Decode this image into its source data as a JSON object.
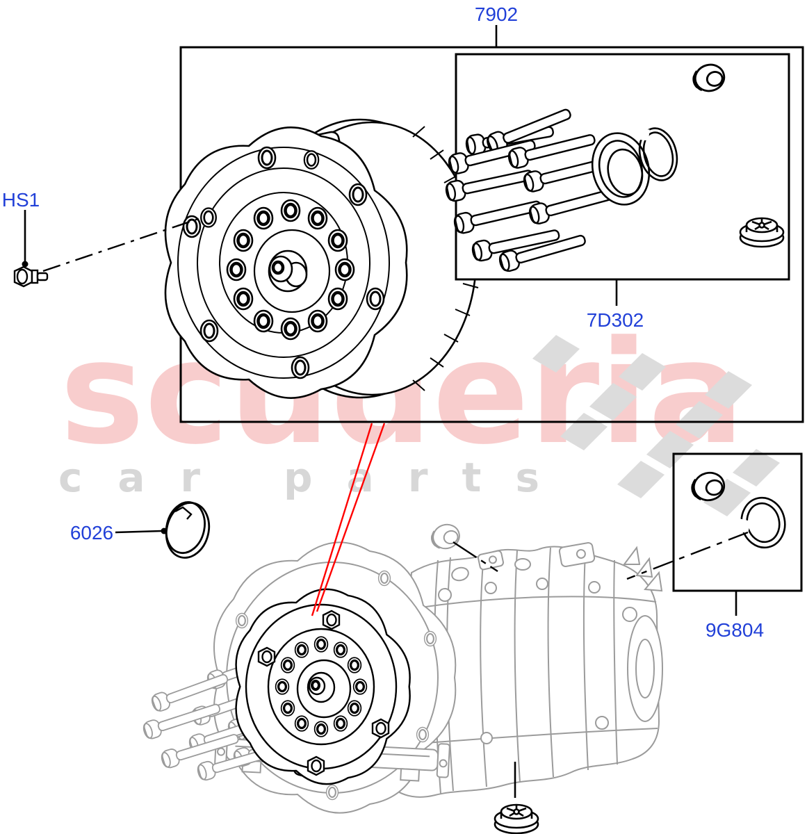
{
  "watermark": {
    "brand": "scuderia",
    "tagline": [
      "car",
      "parts"
    ]
  },
  "colors": {
    "label_blue": "#2140d8",
    "leader_red": "#ff0000",
    "watermark_pink": "#f8cdcd",
    "watermark_grey": "#d7d7d7",
    "flag_grey": "#dcdcdc",
    "drawing_black": "#000000",
    "drawing_grey": "#9b9b9b",
    "background": "#ffffff"
  },
  "callouts": {
    "hs1": {
      "label": "HS1"
    },
    "assembly_box": {
      "label": "7902"
    },
    "service_kit_box": {
      "label": "7D302"
    },
    "cover": {
      "label": "6026"
    },
    "seal_kit_box": {
      "label": "9G804"
    }
  }
}
